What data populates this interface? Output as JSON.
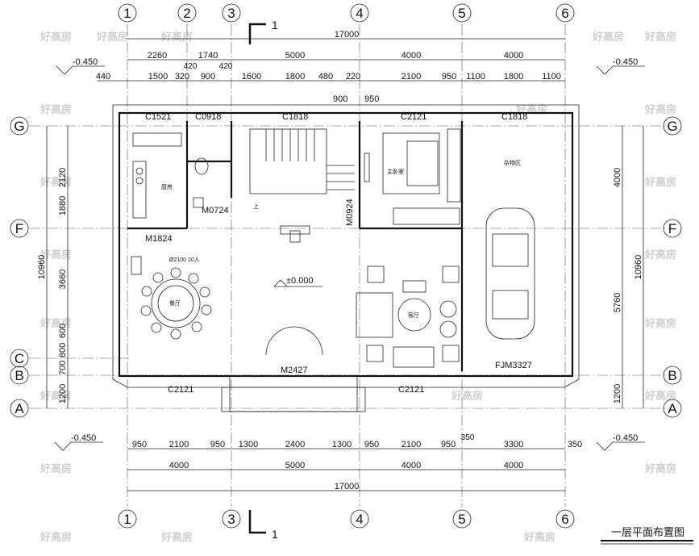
{
  "drawing": {
    "title": "一层平面布置图",
    "section_mark": "1",
    "level_outside": "-0.450",
    "level_inside": "±0.000"
  },
  "axes": {
    "numbered": [
      "1",
      "2",
      "3",
      "4",
      "5",
      "6"
    ],
    "lettered": [
      "G",
      "F",
      "C",
      "B",
      "A"
    ]
  },
  "dims_top": {
    "total": "17000",
    "row2": [
      "2260",
      "1740",
      "5000",
      "4000",
      "4000"
    ],
    "row2_small": [
      "420",
      "420"
    ],
    "row3": [
      "440",
      "1500",
      "320",
      "900",
      "1600",
      "1800",
      "480",
      "220",
      "2100",
      "950",
      "1100",
      "1800",
      "1100"
    ]
  },
  "dims_bottom": {
    "row1": [
      "950",
      "2100",
      "950",
      "1300",
      "2400",
      "1300",
      "950",
      "2100",
      "950",
      "350",
      "3300",
      "350"
    ],
    "row2": [
      "4000",
      "5000",
      "4000",
      "4000"
    ],
    "total": "17000"
  },
  "dims_left": {
    "total": "10960",
    "segments": [
      "2120",
      "1880",
      "3660",
      "600",
      "800",
      "700",
      "1200"
    ]
  },
  "dims_right": {
    "total": "10960",
    "segments": [
      "4000",
      "5760",
      "1200"
    ]
  },
  "openings": {
    "top_windows": [
      "C1521",
      "C0918",
      "C1818",
      "C2121",
      "C1818"
    ],
    "top_door_dims": [
      "900",
      "950"
    ],
    "bottom_windows": [
      "C2121",
      "C2121"
    ],
    "doors": [
      "M1824",
      "M0724",
      "M0924",
      "M2427",
      "FJM3327"
    ]
  },
  "rooms": {
    "kitchen": "厨房",
    "bedroom": "主卧室",
    "storage": "杂物区",
    "dining": "餐厅",
    "living": "客厅",
    "table_note": "Ø2100 10人",
    "stair_up": "上"
  },
  "watermark": "好高房"
}
